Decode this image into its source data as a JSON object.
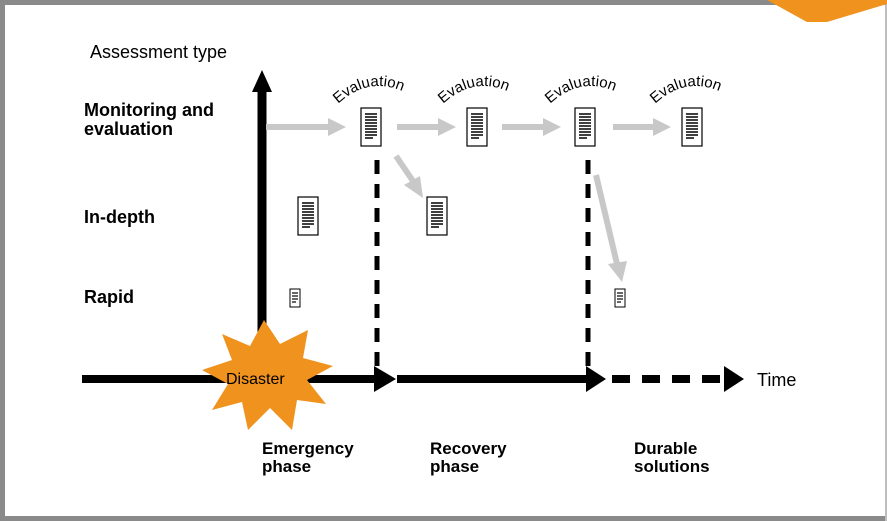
{
  "diagram": {
    "axis_y_title": "Assessment type",
    "rows": {
      "monitoring": "Monitoring and evaluation",
      "in_depth": "In-depth",
      "rapid": "Rapid"
    },
    "evaluation_label": "Evaluation",
    "event_label": "Disaster",
    "axis_x_label": "Time",
    "phases": {
      "emergency": "Emergency phase",
      "recovery": "Recovery phase",
      "durable": "Durable solutions"
    }
  },
  "colors": {
    "frame": "#8a8a8a",
    "accent": "#f0921e",
    "gray_arrow": "#c8c8c8",
    "axis": "#000000"
  }
}
